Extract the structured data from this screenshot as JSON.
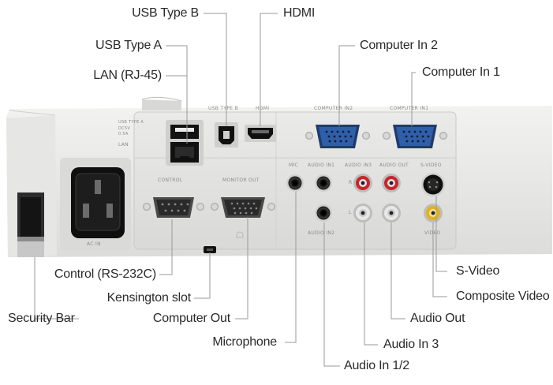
{
  "labels": {
    "usb_type_b": "USB Type B",
    "hdmi": "HDMI",
    "usb_type_a": "USB Type A",
    "computer_in_2": "Computer In 2",
    "lan": "LAN (RJ-45)",
    "computer_in_1": "Computer In 1",
    "control": "Control (RS-232C)",
    "s_video": "S-Video",
    "kensington": "Kensington slot",
    "composite_video": "Composite Video",
    "security_bar": "Security Bar",
    "computer_out": "Computer Out",
    "audio_out": "Audio Out",
    "microphone": "Microphone",
    "audio_in_3": "Audio In 3",
    "audio_in_12": "Audio In 1/2"
  },
  "panel_print": {
    "usb_type_b": "USB TYPE B",
    "hdmi": "HDMI",
    "computer_in2": "COMPUTER IN2",
    "computer_in1": "COMPUTER IN1",
    "usb_type_a": "USB TYPE A",
    "dc5v": "DC5V",
    "amp": "0.5A",
    "lan": "LAN",
    "control": "CONTROL",
    "monitor_out": "MONITOR OUT",
    "mic": "MIC",
    "audio_in1": "AUDIO IN1",
    "audio_in3": "AUDIO IN3",
    "audio_out": "AUDIO OUT",
    "s_video": "S-VIDEO",
    "audio_in2": "AUDIO IN2",
    "video": "VIDEO",
    "ac_in": "AC IN",
    "r": "R",
    "l": "L"
  },
  "colors": {
    "line": "#9a9a9a",
    "panel": "#e8e8e6",
    "red_jack": "#c8262c",
    "yellow_jack": "#e3b21a",
    "vga_blue": "#2f5fa8"
  }
}
